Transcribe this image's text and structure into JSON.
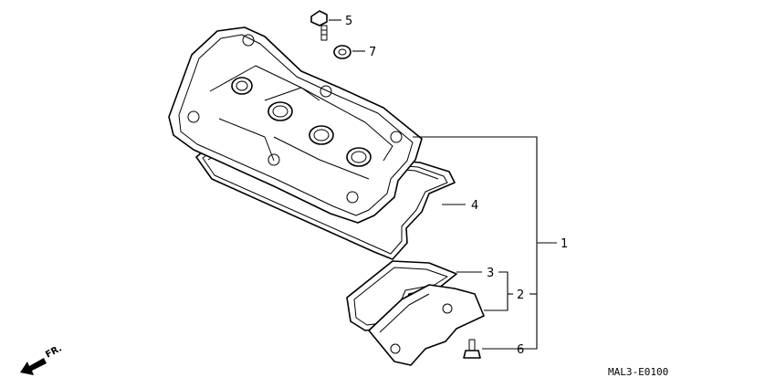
{
  "callouts": {
    "c1": "1",
    "c2": "2",
    "c3": "3",
    "c4": "4",
    "c5": "5",
    "c6": "6",
    "c7": "7"
  },
  "direction": {
    "label": "FR."
  },
  "diagram_code": "MAL3-E0100"
}
